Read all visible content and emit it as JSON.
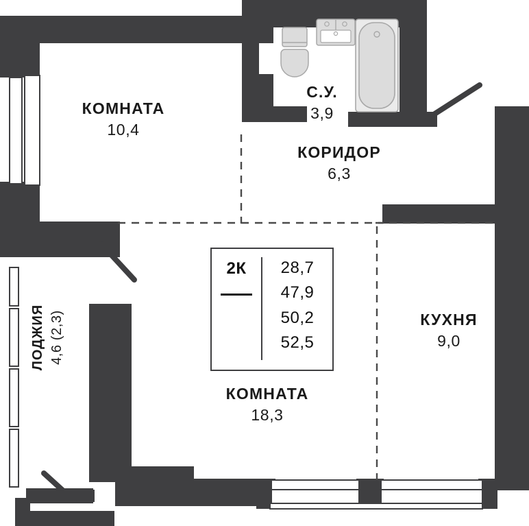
{
  "plan": {
    "type": "apartment-floor-plan",
    "colors": {
      "wall": "#3f3f41",
      "background": "#ffffff",
      "fixture_fill": "#dcdcdc",
      "fixture_stroke": "#a8a8a8",
      "text": "#1a1a1a",
      "dashed_line": "#4a4a4a"
    },
    "rooms": [
      {
        "key": "room1",
        "name": "КОМНАТА",
        "area": "10,4"
      },
      {
        "key": "bath",
        "name": "С.У.",
        "area": "3,9"
      },
      {
        "key": "corridor",
        "name": "КОРИДОР",
        "area": "6,3"
      },
      {
        "key": "kitchen",
        "name": "КУХНЯ",
        "area": "9,0"
      },
      {
        "key": "room2",
        "name": "КОМНАТА",
        "area": "18,3"
      },
      {
        "key": "loggia",
        "name": "ЛОДЖИЯ",
        "area": "4,6 (2,3)"
      }
    ],
    "summary": {
      "rooms_label": "2К",
      "areas": [
        "28,7",
        "47,9",
        "50,2",
        "52,5"
      ]
    },
    "fixtures": [
      {
        "name": "toilet",
        "label": "toilet-fixture"
      },
      {
        "name": "sink",
        "label": "sink-fixture"
      },
      {
        "name": "bathtub",
        "label": "bathtub-fixture"
      }
    ]
  }
}
